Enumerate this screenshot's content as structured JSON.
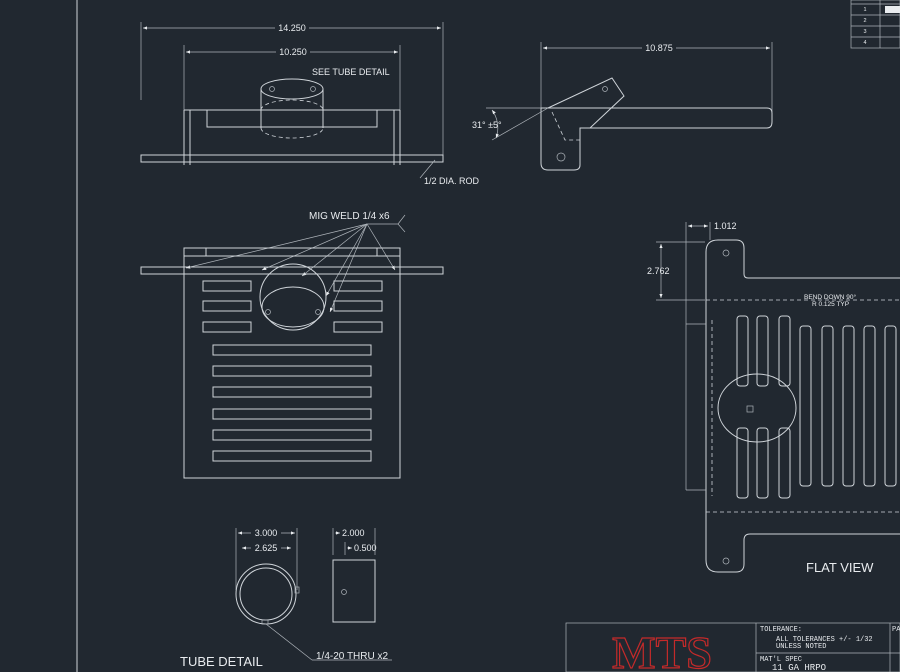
{
  "colors": {
    "background": "#212830",
    "linework": "#cfd4d9",
    "text": "#e9ecef",
    "logo_red": "#c42a2a"
  },
  "front_view": {
    "dim_overall": "14.250",
    "dim_inner": "10.250",
    "note_tube": "SEE TUBE DETAIL",
    "note_rod": "1/2 DIA. ROD"
  },
  "side_view": {
    "dim_length": "10.875",
    "dim_angle": "31° ±5°"
  },
  "top_view": {
    "weld_note": "MIG WELD 1/4 x6"
  },
  "flat_view": {
    "dim_flange": "1.012",
    "dim_height": "2.762",
    "bend_note_1": "BEND DOWN 90°",
    "bend_note_2": "R 0.125 TYP",
    "title": "FLAT VIEW"
  },
  "tube_detail": {
    "dim_od": "3.000",
    "dim_id": "2.625",
    "dim_length": "2.000",
    "dim_offset": "0.500",
    "hole_note": "1/4-20 THRU x2",
    "title": "TUBE DETAIL"
  },
  "rev_table": {
    "rows": [
      "1",
      "2",
      "3",
      "4"
    ]
  },
  "title_block": {
    "logo_text": "MTS",
    "tolerance_label": "TOLERANCE:",
    "tolerance_line_1": "ALL TOLERANCES +/- 1/32",
    "tolerance_line_2": "UNLESS NOTED",
    "material_label": "MAT'L SPEC",
    "material_value": "11 GA HRPO",
    "pa_label": "PA"
  }
}
